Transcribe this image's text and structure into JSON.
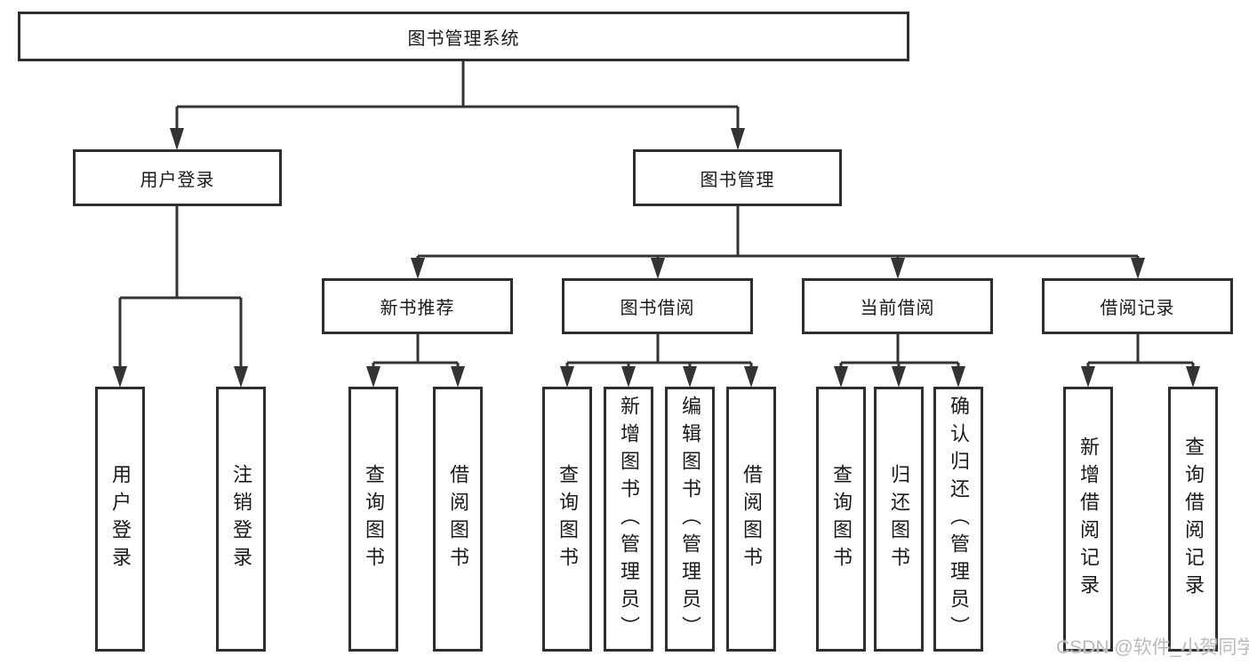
{
  "diagram": {
    "title": "图书管理系统",
    "root": "图书管理系统",
    "branches": [
      {
        "label": "用户登录",
        "leaves": [
          "用户登录",
          "注销登录"
        ]
      },
      {
        "label": "图书管理",
        "groups": [
          {
            "label": "新书推荐",
            "leaves": [
              "查询图书",
              "借阅图书"
            ]
          },
          {
            "label": "图书借阅",
            "leaves": [
              "查询图书",
              "新增图书（管理员）",
              "编辑图书（管理员）",
              "借阅图书"
            ]
          },
          {
            "label": "当前借阅",
            "leaves": [
              "查询图书",
              "归还图书",
              "确认归还（管理员）"
            ]
          },
          {
            "label": "借阅记录",
            "leaves": [
              "新增借阅记录",
              "查询借阅记录"
            ]
          }
        ]
      }
    ],
    "colors": {
      "line": "#333333",
      "box_border": "#2e2e2e",
      "text": "#1a1a1a",
      "background": "#ffffff",
      "watermark": "#b9bbbe"
    }
  },
  "watermark": {
    "text": "CSDN @软件_小贺同学"
  }
}
